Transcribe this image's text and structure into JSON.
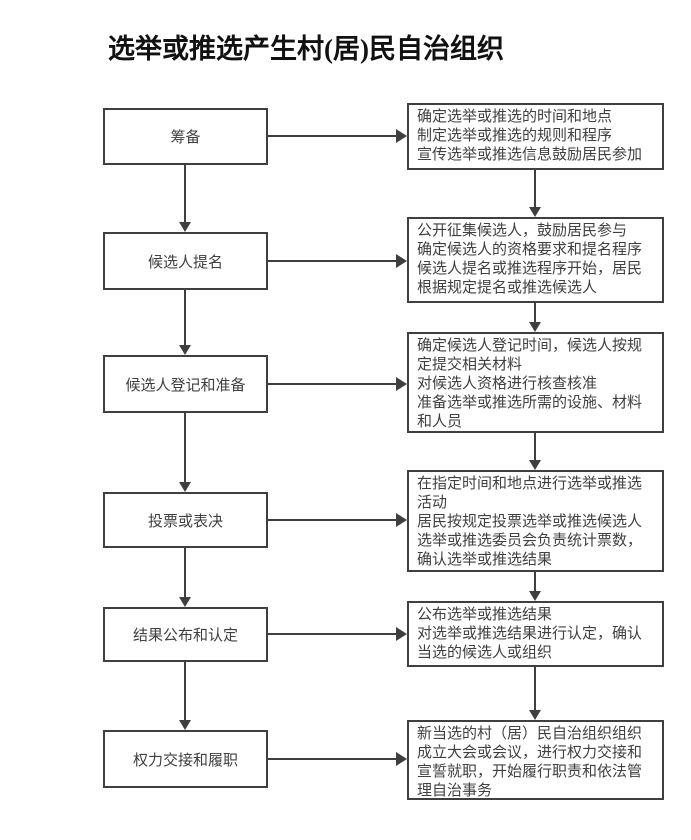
{
  "title": "选举或推选产生村(居)民自治组织",
  "colors": {
    "line": "#3f3f3f",
    "text": "#404040",
    "title": "#111111",
    "background": "#ffffff"
  },
  "flow": {
    "steps": [
      {
        "label": "筹备",
        "detail": "确定选举或推选的时间和地点\n制定选举或推选的规则和程序\n宣传选举或推选信息鼓励居民参加"
      },
      {
        "label": "候选人提名",
        "detail": "公开征集候选人，鼓励居民参与\n确定候选人的资格要求和提名程序\n候选人提名或推选程序开始，居民根据规定提名或推选候选人"
      },
      {
        "label": "候选人登记和准备",
        "detail": "确定候选人登记时间，候选人按规定提交相关材料\n对候选人资格进行核查核准\n准备选举或推选所需的设施、材料和人员"
      },
      {
        "label": "投票或表决",
        "detail": "在指定时间和地点进行选举或推选活动\n居民按规定投票选举或推选候选人\n选举或推选委员会负责统计票数，确认选举或推选结果"
      },
      {
        "label": "结果公布和认定",
        "detail": "公布选举或推选结果\n对选举或推选结果进行认定，确认当选的候选人或组织"
      },
      {
        "label": "权力交接和履职",
        "detail": "新当选的村（居）民自治组织组织成立大会或会议，进行权力交接和宣誓就职，开始履行职责和依法管理自治事务"
      }
    ]
  }
}
